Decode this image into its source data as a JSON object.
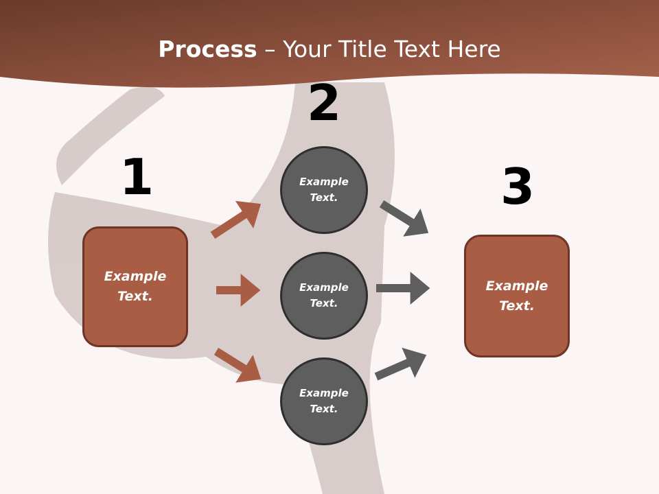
{
  "title": {
    "bold": "Process",
    "rest": " – Your Title Text Here"
  },
  "steps": [
    {
      "number": "1",
      "box_text": [
        "Example",
        "Text."
      ]
    },
    {
      "number": "2",
      "circles": [
        [
          "Example",
          "Text."
        ],
        [
          "Example",
          "Text."
        ],
        [
          "Example",
          "Text."
        ]
      ]
    },
    {
      "number": "3",
      "box_text": [
        "Example",
        "Text."
      ]
    }
  ],
  "colors": {
    "header": "#8a4a37",
    "box": "#a95d45",
    "circle": "#5e5e5e",
    "arrow_left": "#a95d45",
    "arrow_right": "#5e5e5e"
  }
}
